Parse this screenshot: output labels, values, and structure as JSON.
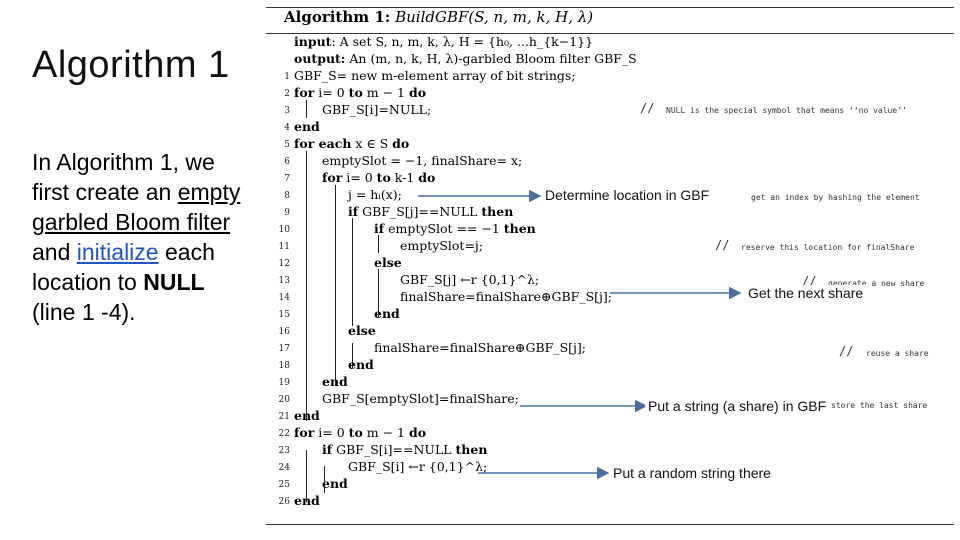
{
  "slide": {
    "title": "Algorithm 1",
    "description": {
      "p1": "In Algorithm 1, we first create an ",
      "u1": "empty garbled Bloom filter",
      "p2": " and ",
      "link": "initialize",
      "p3": " each location to ",
      "bold": "NULL",
      "p4": " (line 1 -4)."
    }
  },
  "algorithm": {
    "label": "Algorithm 1:",
    "name": "BuildGBF(S, n, m, k, H, λ)",
    "input_kw": "input",
    "input_text": ": A set S, n, m, k, λ, H = {h₀, ...h_{k−1}}",
    "output_kw": "output:",
    "output_text": " An (m, n, k, H, λ)-garbled Bloom filter GBF_S",
    "lines": [
      {
        "n": "1",
        "text": "GBF_S= new m-element array of bit strings;"
      },
      {
        "n": "2",
        "text": "for i= 0 to m − 1 do"
      },
      {
        "n": "3",
        "text": "GBF_S[i]=NULL;"
      },
      {
        "n": "4",
        "text": "end"
      },
      {
        "n": "5",
        "text": "for each x ∈ S do"
      },
      {
        "n": "6",
        "text": "emptySlot = −1, finalShare= x;"
      },
      {
        "n": "7",
        "text": "for i= 0 to k-1 do"
      },
      {
        "n": "8",
        "text": "j = hᵢ(x);"
      },
      {
        "n": "9",
        "text": "if GBF_S[j]==NULL then"
      },
      {
        "n": "10",
        "text": "if emptySlot == −1 then"
      },
      {
        "n": "11",
        "text": "emptySlot=j;"
      },
      {
        "n": "12",
        "text": "else"
      },
      {
        "n": "13",
        "text": "GBF_S[j] ←r {0,1}^λ;"
      },
      {
        "n": "14",
        "text": "finalShare=finalShare⊕GBF_S[j];"
      },
      {
        "n": "15",
        "text": "end"
      },
      {
        "n": "16",
        "text": "else"
      },
      {
        "n": "17",
        "text": "finalShare=finalShare⊕GBF_S[j];"
      },
      {
        "n": "18",
        "text": "end"
      },
      {
        "n": "19",
        "text": "end"
      },
      {
        "n": "20",
        "text": "GBF_S[emptySlot]=finalShare;"
      },
      {
        "n": "21",
        "text": "end"
      },
      {
        "n": "22",
        "text": "for i= 0 to m − 1 do"
      },
      {
        "n": "23",
        "text": "if GBF_S[i]==NULL then"
      },
      {
        "n": "24",
        "text": "GBF_S[i] ←r {0,1}^λ;"
      },
      {
        "n": "25",
        "text": "end"
      },
      {
        "n": "26",
        "text": "end"
      }
    ],
    "comments": {
      "c3": "NULL is the special symbol that means ‘‘no value’’",
      "c8": "get an index by hashing the element",
      "c11": "reserve this location for finalShare",
      "c13": "generate a new share",
      "c17": "reuse a share",
      "c20": "store the last share"
    }
  },
  "annotations": {
    "a1": "Determine location in GBF",
    "a2": "Get the next share",
    "a3": "Put a string (a share) in GBF",
    "a4": "Put a random string there"
  },
  "colors": {
    "arrow": "#4a6fa5",
    "link": "#1f55c9"
  }
}
